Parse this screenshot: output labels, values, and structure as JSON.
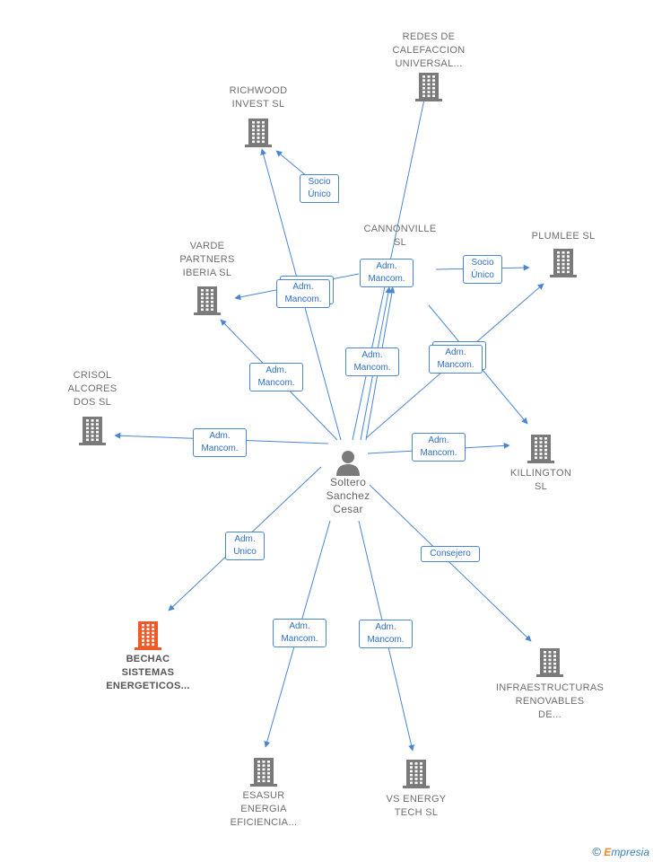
{
  "center": {
    "name_lines": [
      "Soltero",
      "Sanchez",
      "Cesar"
    ]
  },
  "companies": [
    {
      "id": "redes",
      "lines": [
        "REDES DE",
        "CALEFACCION",
        "UNIVERSAL..."
      ],
      "highlight": false
    },
    {
      "id": "richwood",
      "lines": [
        "RICHWOOD",
        "INVEST  SL"
      ],
      "highlight": false
    },
    {
      "id": "cannonville",
      "lines": [
        "CANNONVILLE",
        "SL"
      ],
      "highlight": false
    },
    {
      "id": "plumlee",
      "lines": [
        "PLUMLEE  SL"
      ],
      "highlight": false
    },
    {
      "id": "varde",
      "lines": [
        "VARDE",
        "PARTNERS",
        "IBERIA  SL"
      ],
      "highlight": false
    },
    {
      "id": "crisol",
      "lines": [
        "CRISOL",
        "ALCORES",
        "DOS  SL"
      ],
      "highlight": false
    },
    {
      "id": "killington",
      "lines": [
        "KILLINGTON",
        "SL"
      ],
      "highlight": false
    },
    {
      "id": "bechac",
      "lines": [
        "BECHAC",
        "SISTEMAS",
        "ENERGETICOS..."
      ],
      "highlight": true
    },
    {
      "id": "infra",
      "lines": [
        "INFRAESTRUCTURAS",
        "RENOVABLES",
        "DE..."
      ],
      "highlight": false
    },
    {
      "id": "esasur",
      "lines": [
        "ESASUR",
        "ENERGIA",
        "EFICIENCIA..."
      ],
      "highlight": false
    },
    {
      "id": "vsenergy",
      "lines": [
        "VS ENERGY",
        "TECH  SL"
      ],
      "highlight": false
    }
  ],
  "edge_labels": [
    {
      "id": "lbl-socio-richwood",
      "lines": [
        "Socio",
        "Único"
      ]
    },
    {
      "id": "lbl-adm-cannonville",
      "lines": [
        "Adm.",
        "Mancom."
      ]
    },
    {
      "id": "lbl-socio-plumlee",
      "lines": [
        "Socio",
        "Único"
      ]
    },
    {
      "id": "lbl-adm-varde",
      "lines": [
        "Adm.",
        "Mancom."
      ]
    },
    {
      "id": "lbl-adm-crisol-up",
      "lines": [
        "Adm.",
        "Mancom."
      ]
    },
    {
      "id": "lbl-adm-center-cannon",
      "lines": [
        "Adm.",
        "Mancom."
      ]
    },
    {
      "id": "lbl-adm-plumlee-kill",
      "lines": [
        "Adm.",
        "Mancom."
      ]
    },
    {
      "id": "lbl-adm-crisol",
      "lines": [
        "Adm.",
        "Mancom."
      ]
    },
    {
      "id": "lbl-adm-killington",
      "lines": [
        "Adm.",
        "Mancom."
      ]
    },
    {
      "id": "lbl-adm-unico",
      "lines": [
        "Adm.",
        "Unico"
      ]
    },
    {
      "id": "lbl-consejero",
      "lines": [
        "Consejero"
      ]
    },
    {
      "id": "lbl-adm-esasur",
      "lines": [
        "Adm.",
        "Mancom."
      ]
    },
    {
      "id": "lbl-adm-vsenergy",
      "lines": [
        "Adm.",
        "Mancom."
      ]
    }
  ],
  "colors": {
    "edge": "#4a86d4",
    "building": "#7a7a7a",
    "highlight": "#f05a28",
    "person": "#7a7a7a"
  },
  "brand": {
    "symbol": "©",
    "initial": "E",
    "rest": "mpresia"
  }
}
